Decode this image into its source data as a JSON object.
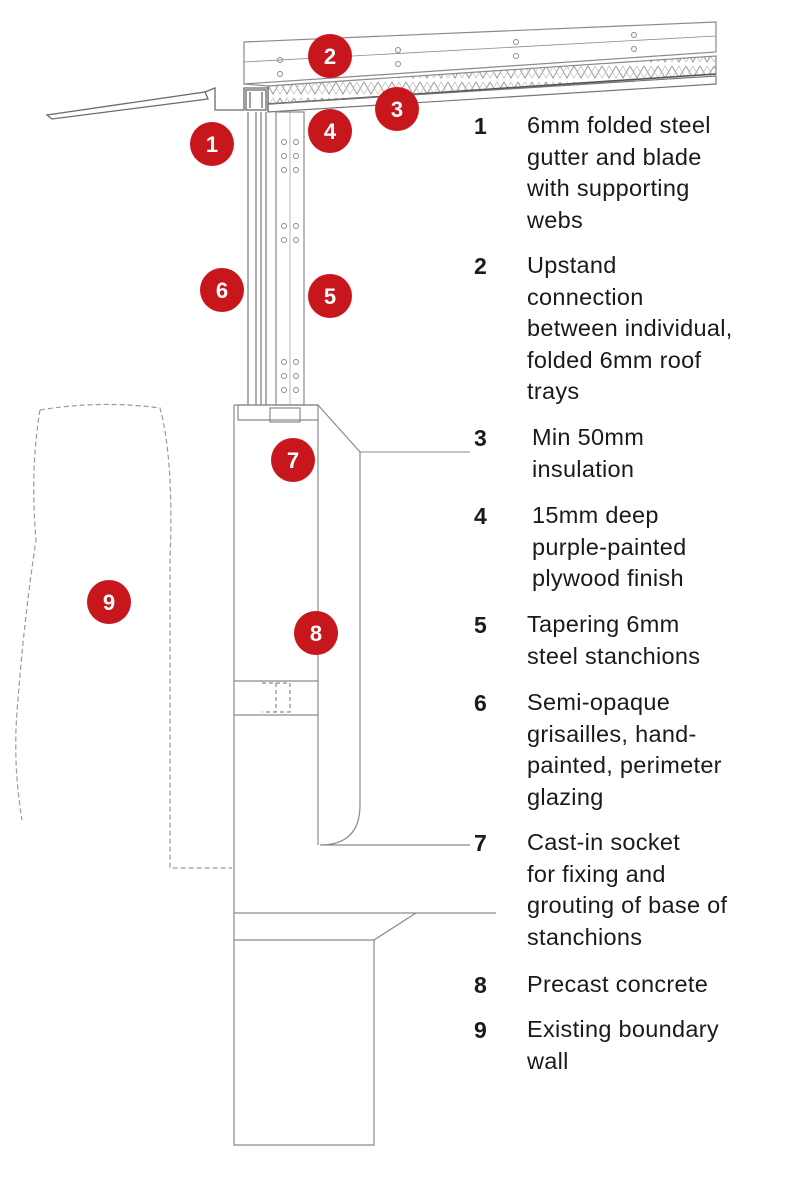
{
  "callouts": [
    "1",
    "2",
    "3",
    "4",
    "5",
    "6",
    "7",
    "8",
    "9"
  ],
  "legend": [
    {
      "num": "1",
      "text": "6mm folded steel\ngutter and blade\nwith supporting\nwebs"
    },
    {
      "num": "2",
      "text": "Upstand\nconnection\nbetween individual,\nfolded 6mm roof\ntrays"
    },
    {
      "num": "3",
      "text": "Min 50mm\ninsulation"
    },
    {
      "num": "4",
      "text": "15mm deep\npurple-painted\nplywood finish"
    },
    {
      "num": "5",
      "text": "Tapering 6mm\nsteel stanchions"
    },
    {
      "num": "6",
      "text": "Semi-opaque\ngrisailles, hand-\npainted, perimeter\nglazing"
    },
    {
      "num": "7",
      "text": "Cast-in socket\nfor fixing and\ngrouting of base of\nstanchions"
    },
    {
      "num": "8",
      "text": "Precast concrete"
    },
    {
      "num": "9",
      "text": "Existing boundary\nwall"
    }
  ],
  "colors": {
    "callout": "#c8161d",
    "line": "#8a8a8a",
    "text": "#1a1a1a"
  }
}
